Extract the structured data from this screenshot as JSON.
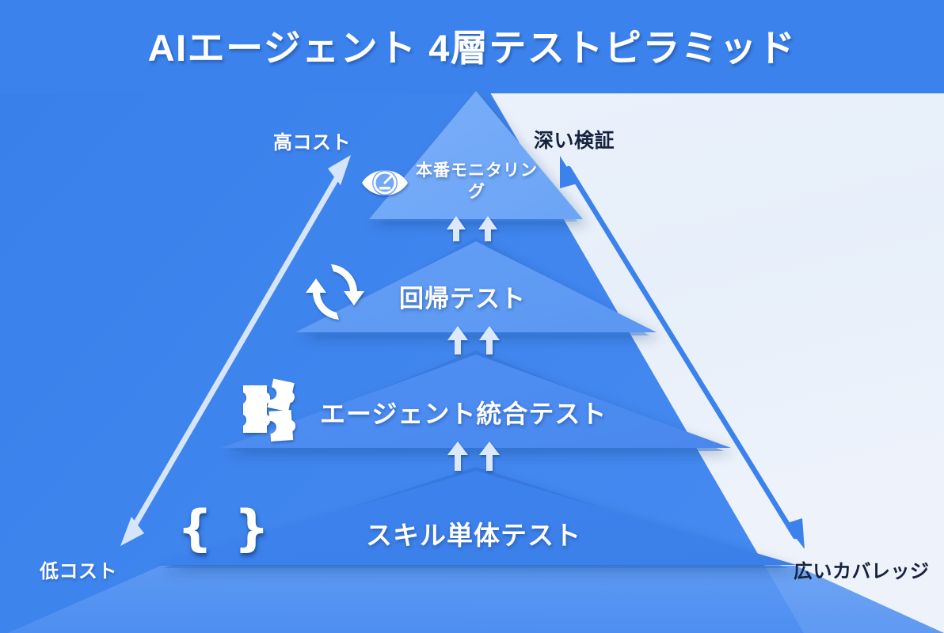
{
  "header": {
    "title": "AIエージェント 4層テストピラミッド"
  },
  "axis_labels": {
    "top_left": "高コスト",
    "top_right": "深い検証",
    "bottom_left": "低コスト",
    "bottom_right": "広いカバレッジ"
  },
  "colors": {
    "background_left": "#3B82EC",
    "background_right": "#E9F0FA",
    "header_band": "#3B82EC",
    "tier_base": "#3B82EC",
    "tier_integration": "#4C8CF0",
    "tier_regression": "#5E9BF4",
    "tier_monitoring": "#6FA8F7",
    "arrow_left": "#D7E6FB",
    "arrow_right": "#3B82EC",
    "connector_arrow": "#DCE9FB",
    "text_dark": "#15233C",
    "text_light": "#FFFFFF"
  },
  "pyramid": {
    "tiers": [
      {
        "id": "tier-0",
        "label": "スキル単体テスト",
        "icon": "braces-icon",
        "icon_glyph": "{ }",
        "level": 1
      },
      {
        "id": "tier-1",
        "label": "エージェント統合テスト",
        "icon": "puzzle-icon",
        "level": 2
      },
      {
        "id": "tier-2",
        "label": "回帰テスト",
        "icon": "refresh-icon",
        "level": 3
      },
      {
        "id": "tier-3",
        "label": "本番モニタリング",
        "icon": "monitor-eye-icon",
        "level": 4
      }
    ],
    "connectors": 3,
    "connector_arrows_per_gap": 2
  },
  "chart_data": {
    "type": "pyramid",
    "title": "AIエージェント 4層テストピラミッド",
    "categories": [
      "スキル単体テスト",
      "エージェント統合テスト",
      "回帰テスト",
      "本番モニタリング"
    ],
    "values": [
      4,
      3,
      2,
      1
    ],
    "axes": {
      "left_arrow": {
        "low": "低コスト",
        "high": "高コスト",
        "direction": "bottom-left to top-right"
      },
      "right_arrow": {
        "low": "広いカバレッジ",
        "high": "深い検証",
        "direction": "bottom-right to top-left"
      }
    },
    "legend": [],
    "grid": false
  }
}
